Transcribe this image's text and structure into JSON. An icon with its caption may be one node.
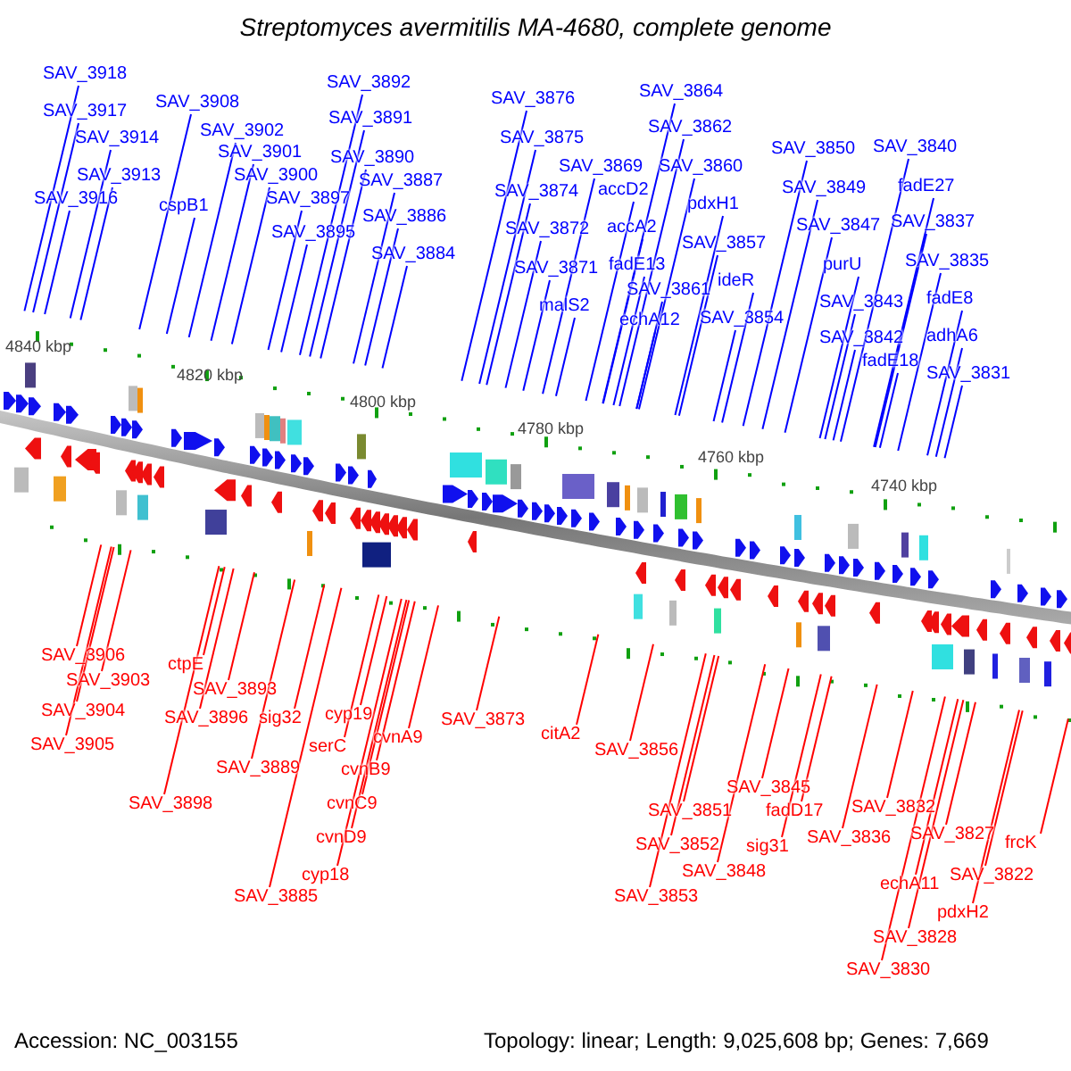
{
  "diagram": {
    "title": "Streptomyces avermitilis MA-4680, complete genome",
    "nodes": [
      {
        "text": [
          "SAV_3918"
        ]
      },
      {
        "text": [
          "SAV_3917"
        ]
      },
      {
        "text": [
          "SAV_3914"
        ]
      },
      {
        "text": [
          "SAV_3913"
        ]
      },
      {
        "text": [
          "SAV_3916"
        ]
      },
      {
        "text": [
          "SAV_3908"
        ]
      },
      {
        "text": [
          "cspB1"
        ]
      },
      {
        "text": [
          "SAV_3902"
        ]
      },
      {
        "text": [
          "SAV_3901"
        ]
      },
      {
        "text": [
          "SAV_3900"
        ]
      },
      {
        "text": [
          "SAV_3897"
        ]
      },
      {
        "text": [
          "SAV_3895"
        ]
      },
      {
        "text": [
          "SAV_3892"
        ]
      },
      {
        "text": [
          "SAV_3891"
        ]
      },
      {
        "text": [
          "SAV_3890"
        ]
      },
      {
        "text": [
          "SAV_3887"
        ]
      },
      {
        "text": [
          "SAV_3886"
        ]
      },
      {
        "text": [
          "SAV_3884"
        ]
      },
      {
        "text": [
          "SAV_3876"
        ]
      },
      {
        "text": [
          "SAV_3875"
        ]
      },
      {
        "text": [
          "SAV_3874"
        ]
      },
      {
        "text": [
          "SAV_3872"
        ]
      },
      {
        "text": [
          "SAV_3871"
        ]
      },
      {
        "text": [
          "malS2"
        ]
      },
      {
        "text": [
          "SAV_3869"
        ]
      },
      {
        "text": [
          "accD2"
        ]
      },
      {
        "text": [
          "accA2"
        ]
      },
      {
        "text": [
          "fadE13"
        ]
      },
      {
        "text": [
          "SAV_3861"
        ]
      },
      {
        "text": [
          "echA12"
        ]
      },
      {
        "text": [
          "SAV_3864"
        ]
      },
      {
        "text": [
          "SAV_3862"
        ]
      },
      {
        "text": [
          "SAV_3860"
        ]
      },
      {
        "text": [
          "pdxH1"
        ]
      },
      {
        "text": [
          "SAV_3857"
        ]
      },
      {
        "text": [
          "ideR"
        ]
      },
      {
        "text": [
          "SAV_3854"
        ]
      },
      {
        "text": [
          "SAV_3850"
        ]
      },
      {
        "text": [
          "SAV_3849"
        ]
      },
      {
        "text": [
          "SAV_3847"
        ]
      },
      {
        "text": [
          "purU"
        ]
      },
      {
        "text": [
          "SAV_3843"
        ]
      },
      {
        "text": [
          "SAV_3842"
        ]
      },
      {
        "text": [
          "fadE18"
        ]
      },
      {
        "text": [
          "SAV_3840"
        ]
      },
      {
        "text": [
          "fadE27"
        ]
      },
      {
        "text": [
          "SAV_3837"
        ]
      },
      {
        "text": [
          "SAV_3835"
        ]
      },
      {
        "text": [
          "fadE8"
        ]
      },
      {
        "text": [
          "adhA6"
        ]
      },
      {
        "text": [
          "SAV_3831"
        ]
      },
      {
        "text": [
          "SAV_3906"
        ]
      },
      {
        "text": [
          "SAV_3903"
        ]
      },
      {
        "text": [
          "SAV_3904"
        ]
      },
      {
        "text": [
          "SAV_3905"
        ]
      },
      {
        "text": [
          "ctpE"
        ]
      },
      {
        "text": [
          "SAV_3893"
        ]
      },
      {
        "text": [
          "SAV_3896"
        ]
      },
      {
        "text": [
          "SAV_3898"
        ]
      },
      {
        "text": [
          "sig32"
        ]
      },
      {
        "text": [
          "SAV_3889"
        ]
      },
      {
        "text": [
          "cyp19"
        ]
      },
      {
        "text": [
          "serC"
        ]
      },
      {
        "text": [
          "cvnA9"
        ]
      },
      {
        "text": [
          "cvnB9"
        ]
      },
      {
        "text": [
          "cvnC9"
        ]
      },
      {
        "text": [
          "cvnD9"
        ]
      },
      {
        "text": [
          "cyp18"
        ]
      },
      {
        "text": [
          "SAV_3885"
        ]
      },
      {
        "text": [
          "SAV_3873"
        ]
      },
      {
        "text": [
          "citA2"
        ]
      },
      {
        "text": [
          "SAV_3856"
        ]
      },
      {
        "text": [
          "SAV_3851"
        ]
      },
      {
        "text": [
          "SAV_3852"
        ]
      },
      {
        "text": [
          "SAV_3853"
        ]
      },
      {
        "text": [
          "SAV_3848"
        ]
      },
      {
        "text": [
          "SAV_3845"
        ]
      },
      {
        "text": [
          "fadD17"
        ]
      },
      {
        "text": [
          "sig31"
        ]
      },
      {
        "text": [
          "SAV_3836"
        ]
      },
      {
        "text": [
          "SAV_3832"
        ]
      },
      {
        "text": [
          "SAV_3827"
        ]
      },
      {
        "text": [
          "echA11"
        ]
      },
      {
        "text": [
          "frcK"
        ]
      },
      {
        "text": [
          "SAV_3822"
        ]
      },
      {
        "text": [
          "pdxH2"
        ]
      },
      {
        "text": [
          "SAV_3828"
        ]
      },
      {
        "text": [
          "SAV_3830"
        ]
      }
    ],
    "edges": [
      {
        "from": 0,
        "to": null,
        "arrow": "none"
      },
      {
        "from": 1,
        "to": null,
        "arrow": "none"
      },
      {
        "from": 2,
        "to": null,
        "arrow": "none"
      },
      {
        "from": 3,
        "to": null,
        "arrow": "none"
      },
      {
        "from": 4,
        "to": null,
        "arrow": "none"
      },
      {
        "from": 5,
        "to": null,
        "arrow": "none"
      },
      {
        "from": 6,
        "to": null,
        "arrow": "none"
      },
      {
        "from": 7,
        "to": null,
        "arrow": "none"
      },
      {
        "from": 8,
        "to": null,
        "arrow": "none"
      },
      {
        "from": 9,
        "to": null,
        "arrow": "none"
      },
      {
        "from": 10,
        "to": null,
        "arrow": "none"
      },
      {
        "from": 11,
        "to": null,
        "arrow": "none"
      },
      {
        "from": 12,
        "to": null,
        "arrow": "none"
      },
      {
        "from": 13,
        "to": null,
        "arrow": "none"
      },
      {
        "from": 14,
        "to": null,
        "arrow": "none"
      },
      {
        "from": 15,
        "to": null,
        "arrow": "none"
      },
      {
        "from": 16,
        "to": null,
        "arrow": "none"
      },
      {
        "from": 17,
        "to": null,
        "arrow": "none"
      },
      {
        "from": 18,
        "to": null,
        "arrow": "none"
      },
      {
        "from": 19,
        "to": null,
        "arrow": "none"
      },
      {
        "from": 20,
        "to": null,
        "arrow": "none"
      },
      {
        "from": 21,
        "to": null,
        "arrow": "none"
      },
      {
        "from": 22,
        "to": null,
        "arrow": "none"
      },
      {
        "from": 23,
        "to": null,
        "arrow": "none"
      },
      {
        "from": 24,
        "to": null,
        "arrow": "none"
      },
      {
        "from": 25,
        "to": null,
        "arrow": "none"
      },
      {
        "from": 26,
        "to": null,
        "arrow": "none"
      },
      {
        "from": 27,
        "to": null,
        "arrow": "none"
      },
      {
        "from": 28,
        "to": null,
        "arrow": "none"
      },
      {
        "from": 29,
        "to": null,
        "arrow": "none"
      },
      {
        "from": 30,
        "to": null,
        "arrow": "none"
      },
      {
        "from": 31,
        "to": null,
        "arrow": "none"
      },
      {
        "from": 32,
        "to": null,
        "arrow": "none"
      },
      {
        "from": 33,
        "to": null,
        "arrow": "none"
      },
      {
        "from": 34,
        "to": null,
        "arrow": "none"
      },
      {
        "from": 35,
        "to": null,
        "arrow": "none"
      },
      {
        "from": 36,
        "to": null,
        "arrow": "none"
      },
      {
        "from": 37,
        "to": null,
        "arrow": "none"
      },
      {
        "from": 38,
        "to": null,
        "arrow": "none"
      },
      {
        "from": 39,
        "to": null,
        "arrow": "none"
      },
      {
        "from": 40,
        "to": null,
        "arrow": "none"
      },
      {
        "from": 41,
        "to": null,
        "arrow": "none"
      },
      {
        "from": 42,
        "to": null,
        "arrow": "none"
      },
      {
        "from": 43,
        "to": null,
        "arrow": "none"
      },
      {
        "from": 44,
        "to": null,
        "arrow": "none"
      },
      {
        "from": 45,
        "to": null,
        "arrow": "none"
      },
      {
        "from": 46,
        "to": null,
        "arrow": "none"
      },
      {
        "from": 47,
        "to": null,
        "arrow": "none"
      },
      {
        "from": 48,
        "to": null,
        "arrow": "none"
      },
      {
        "from": 49,
        "to": null,
        "arrow": "none"
      },
      {
        "from": 50,
        "to": null,
        "arrow": "none"
      },
      {
        "from": 51,
        "to": null,
        "arrow": "none",
        "color": "#ff0000"
      },
      {
        "from": 52,
        "to": null,
        "arrow": "none",
        "color": "#ff0000"
      },
      {
        "from": 53,
        "to": null,
        "arrow": "none",
        "color": "#ff0000"
      },
      {
        "from": 54,
        "to": null,
        "arrow": "none",
        "color": "#ff0000"
      },
      {
        "from": 55,
        "to": null,
        "arrow": "none",
        "color": "#ff0000"
      },
      {
        "from": 56,
        "to": null,
        "arrow": "none",
        "color": "#ff0000"
      },
      {
        "from": 57,
        "to": null,
        "arrow": "none",
        "color": "#ff0000"
      },
      {
        "from": 58,
        "to": null,
        "arrow": "none",
        "color": "#ff0000"
      },
      {
        "from": 59,
        "to": null,
        "arrow": "none",
        "color": "#ff0000"
      },
      {
        "from": 60,
        "to": null,
        "arrow": "none",
        "color": "#ff0000"
      },
      {
        "from": 61,
        "to": null,
        "arrow": "none",
        "color": "#ff0000"
      },
      {
        "from": 62,
        "to": null,
        "arrow": "none",
        "color": "#ff0000"
      },
      {
        "from": 63,
        "to": null,
        "arrow": "none",
        "color": "#ff0000"
      },
      {
        "from": 64,
        "to": null,
        "arrow": "none",
        "color": "#ff0000"
      },
      {
        "from": 65,
        "to": null,
        "arrow": "none",
        "color": "#ff0000"
      },
      {
        "from": 66,
        "to": null,
        "arrow": "none",
        "color": "#ff0000"
      },
      {
        "from": 67,
        "to": null,
        "arrow": "none",
        "color": "#ff0000"
      },
      {
        "from": 68,
        "to": null,
        "arrow": "none",
        "color": "#ff0000"
      },
      {
        "from": 69,
        "to": null,
        "arrow": "none",
        "color": "#ff0000"
      },
      {
        "from": 70,
        "to": null,
        "arrow": "none",
        "color": "#ff0000"
      },
      {
        "from": 71,
        "to": null,
        "arrow": "none",
        "color": "#ff0000"
      },
      {
        "from": 72,
        "to": null,
        "arrow": "none",
        "color": "#ff0000"
      },
      {
        "from": 73,
        "to": null,
        "arrow": "none",
        "color": "#ff0000"
      },
      {
        "from": 74,
        "to": null,
        "arrow": "none",
        "color": "#ff0000"
      },
      {
        "from": 75,
        "to": null,
        "arrow": "none",
        "color": "#ff0000"
      },
      {
        "from": 76,
        "to": null,
        "arrow": "none",
        "color": "#ff0000"
      },
      {
        "from": 77,
        "to": null,
        "arrow": "none",
        "color": "#ff0000"
      },
      {
        "from": 78,
        "to": null,
        "arrow": "none",
        "color": "#ff0000"
      },
      {
        "from": 79,
        "to": null,
        "arrow": "none",
        "color": "#ff0000"
      },
      {
        "from": 80,
        "to": null,
        "arrow": "none",
        "color": "#ff0000"
      },
      {
        "from": 81,
        "to": null,
        "arrow": "none",
        "color": "#ff0000"
      },
      {
        "from": 82,
        "to": null,
        "arrow": "none",
        "color": "#ff0000"
      },
      {
        "from": 83,
        "to": null,
        "arrow": "none",
        "color": "#ff0000"
      },
      {
        "from": 84,
        "to": null,
        "arrow": "none",
        "color": "#ff0000"
      },
      {
        "from": 85,
        "to": null,
        "arrow": "none",
        "color": "#ff0000"
      },
      {
        "from": 86,
        "to": null,
        "arrow": "none",
        "color": "#ff0000"
      },
      {
        "from": 87,
        "to": null,
        "arrow": "none",
        "color": "#ff0000"
      }
    ],
    "labels": [
      "4840 kbp",
      "4820 kbp",
      "4800 kbp",
      "4780 kbp",
      "4760 kbp",
      "4740 kbp",
      "Accession: NC_003155",
      "Topology: linear; Length: 9,025,608 bp; Genes: 7,669"
    ]
  }
}
